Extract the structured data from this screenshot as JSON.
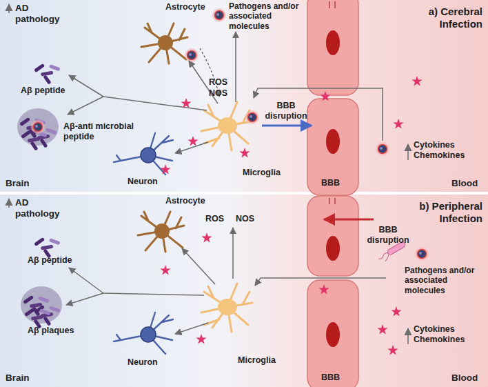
{
  "diagram": {
    "nodes": [
      {
        "text": [
          "a) Cerebral Infection"
        ]
      },
      {
        "text": [
          "b) Peripheral Infection"
        ]
      }
    ],
    "labels": [
      "AD pathology",
      "Astrocyte",
      "Pathogens and/or associated molecules",
      "ROS",
      "NOS",
      "Aβ peptide",
      "BBB disruption",
      "Aβ-anti microbial peptide",
      "Microglia",
      "Neuron",
      "Brain",
      "Cytokines Chemokines",
      "BBB",
      "Blood",
      "AD pathology",
      "Astrocyte",
      "ROS",
      "NOS",
      "BBB disruption",
      "Aβ peptide",
      "Pathogens and/or associated molecules",
      "Cytokines Chemokines",
      "Microglia",
      "Aβ plaques",
      "Brain",
      "Neuron",
      "BBB",
      "Blood"
    ]
  }
}
